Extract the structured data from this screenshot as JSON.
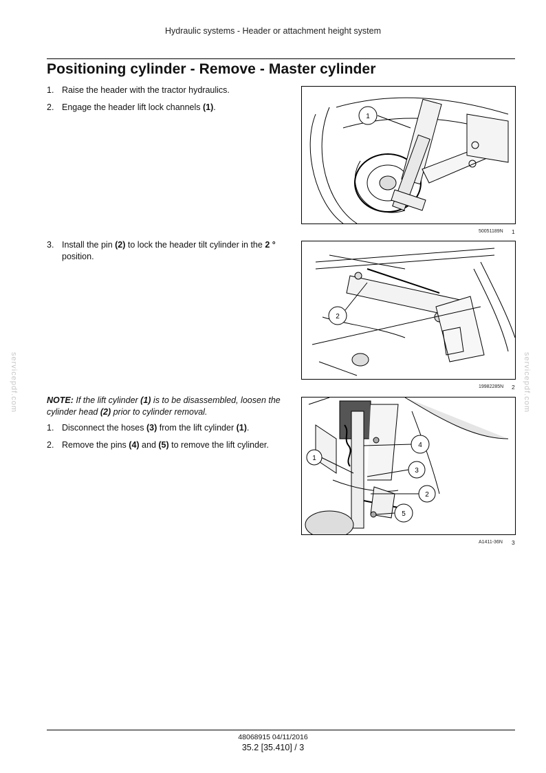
{
  "header": {
    "title": "Hydraulic systems - Header or attachment height system"
  },
  "page_title": "Positioning cylinder - Remove - Master cylinder",
  "section1": {
    "steps": [
      {
        "num": "1.",
        "pre": "Raise the header with the tractor hydraulics.",
        "bold": "",
        "post": ""
      },
      {
        "num": "2.",
        "pre": "Engage the header lift lock channels ",
        "bold": "(1)",
        "post": "."
      }
    ]
  },
  "section2": {
    "step": {
      "num": "3.",
      "pre": "Install the pin ",
      "bold": "(2)",
      "mid": " to lock the header tilt cylinder in the ",
      "bold2": "2 °",
      "post": " position."
    }
  },
  "section3": {
    "note": {
      "label": "NOTE:",
      "a": " If the lift cylinder ",
      "b": "(1)",
      "c": " is to be disassembled, loosen the cylinder head ",
      "d": "(2)",
      "e": " prior to cylinder removal."
    },
    "steps": [
      {
        "num": "1.",
        "pre": "Disconnect the hoses ",
        "bold": "(3)",
        "mid": " from the lift cylinder ",
        "bold2": "(1)",
        "post": "."
      },
      {
        "num": "2.",
        "pre": "Remove the pins ",
        "bold": "(4)",
        "mid": " and ",
        "bold2": "(5)",
        "post": " to remove the lift cylinder."
      }
    ]
  },
  "figures": [
    {
      "code": "50051189N",
      "number": "1",
      "callouts": [
        "1"
      ]
    },
    {
      "code": "19982285N",
      "number": "2",
      "callouts": [
        "2"
      ]
    },
    {
      "code": "A1411-36N",
      "number": "3",
      "callouts": [
        "1",
        "4",
        "3",
        "2",
        "5"
      ]
    }
  ],
  "watermark": "servicepdf.com",
  "footer": {
    "code": "48068915 04/11/2016",
    "page": "35.2 [35.410] / 3"
  }
}
